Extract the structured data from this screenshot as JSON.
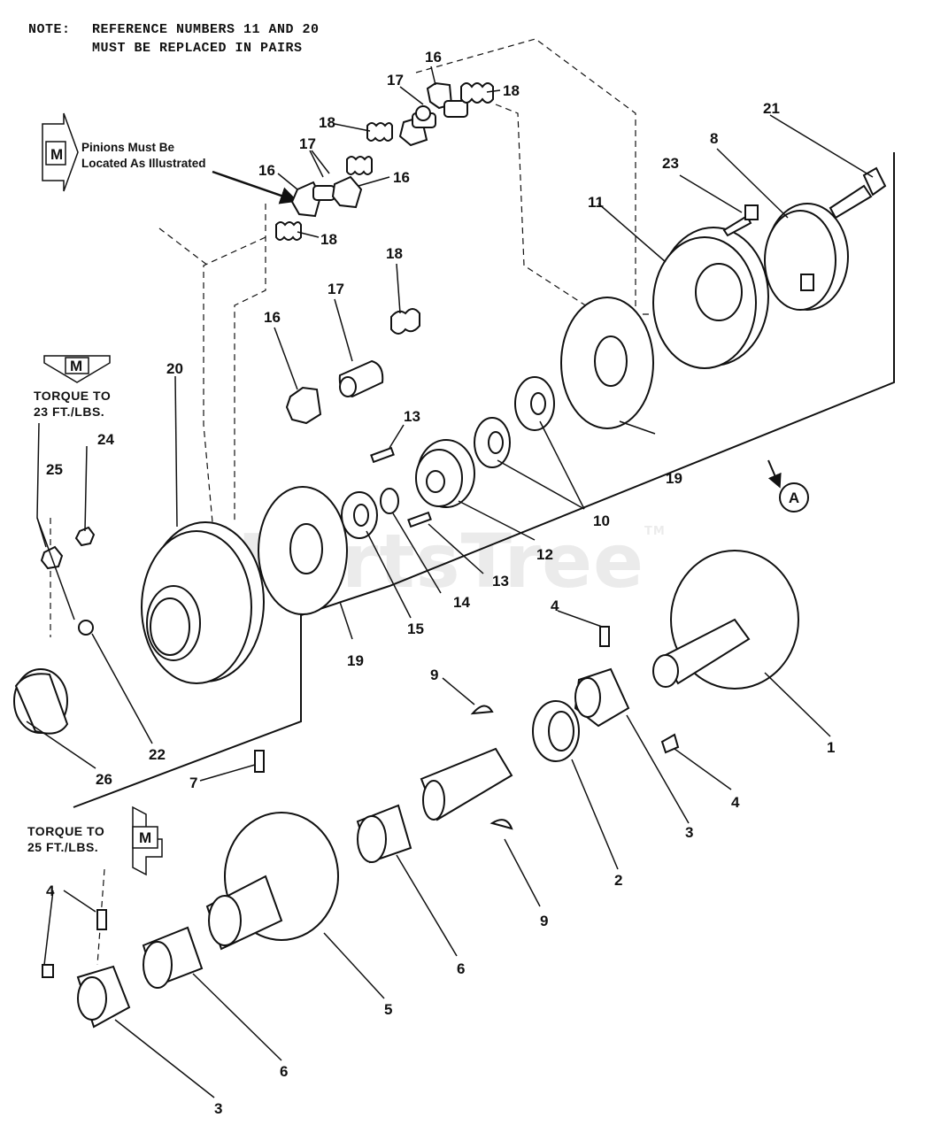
{
  "note": {
    "heading": "NOTE:",
    "line1": "REFERENCE NUMBERS 11 AND 20",
    "line2": "MUST BE REPLACED IN PAIRS"
  },
  "callouts": {
    "pinions_line1": "Pinions Must Be",
    "pinions_line2": "Located As Illustrated",
    "marker_letter": "M"
  },
  "torque_upper": {
    "line1": "TORQUE TO",
    "line2": "23 FT./LBS."
  },
  "torque_lower": {
    "line1": "TORQUE TO",
    "line2": "25 FT./LBS."
  },
  "section_marker": "A",
  "watermark": {
    "text": "PartsTree",
    "tm": "TM"
  },
  "labels": [
    "16",
    "17",
    "18",
    "18",
    "17",
    "16",
    "16",
    "18",
    "18",
    "17",
    "16",
    "21",
    "8",
    "23",
    "11",
    "20",
    "24",
    "25",
    "13",
    "13",
    "12",
    "14",
    "15",
    "19",
    "19",
    "10",
    "4",
    "9",
    "1",
    "4",
    "3",
    "2",
    "9",
    "22",
    "26",
    "7",
    "4",
    "5",
    "6",
    "6",
    "3"
  ]
}
